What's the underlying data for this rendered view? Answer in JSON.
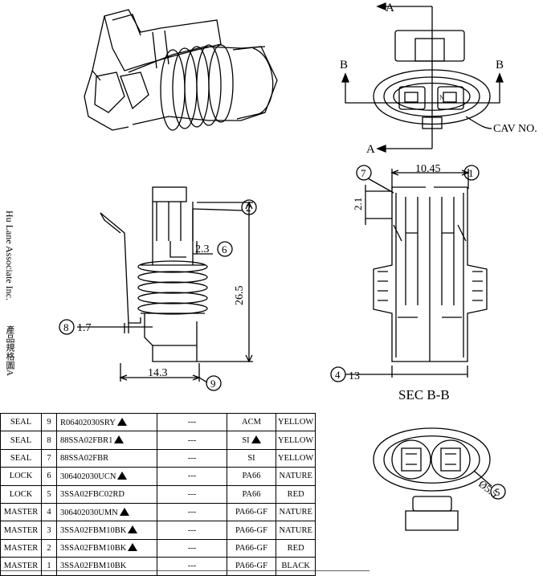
{
  "side_text": {
    "company": "Hu Lane Associate Inc.",
    "drawing_note": "產品規格圖A"
  },
  "section_labels": {
    "a_top": "A",
    "a_bottom": "A",
    "b_left": "B",
    "b_right": "B",
    "cav_no": "CAV NO.",
    "cav_n": "N",
    "sec": "SEC B-B"
  },
  "dimensions": {
    "d_2_3": "2.3",
    "d_26_5": "26.5",
    "d_1_7": "1.7",
    "d_14_3": "14.3",
    "d_10_45": "10.45",
    "d_2_1": "2.1",
    "d_13": "13",
    "d_5_5": "Ø5.5"
  },
  "balloons": {
    "b1": "1",
    "b2": "2",
    "b4": "4",
    "b5": "5",
    "b6": "6",
    "b7": "7",
    "b8": "8",
    "b9": "9"
  },
  "bom_rows": [
    {
      "type": "SEAL",
      "no": "9",
      "part": "R06402030SRY",
      "warn": true,
      "qty": "---",
      "material": "ACM",
      "mat_warn": false,
      "color": "YELLOW"
    },
    {
      "type": "SEAL",
      "no": "8",
      "part": "88SSA02FBR1",
      "warn": true,
      "qty": "---",
      "material": "SI",
      "mat_warn": true,
      "color": "YELLOW"
    },
    {
      "type": "SEAL",
      "no": "7",
      "part": "88SSA02FBR",
      "warn": false,
      "qty": "---",
      "material": "SI",
      "mat_warn": false,
      "color": "YELLOW"
    },
    {
      "type": "LOCK",
      "no": "6",
      "part": "306402030UCN",
      "warn": true,
      "qty": "---",
      "material": "PA66",
      "mat_warn": false,
      "color": "NATURE"
    },
    {
      "type": "LOCK",
      "no": "5",
      "part": "3SSA02FBC02RD",
      "warn": false,
      "qty": "---",
      "material": "PA66",
      "mat_warn": false,
      "color": "RED"
    },
    {
      "type": "MASTER",
      "no": "4",
      "part": "306402030UMN",
      "warn": true,
      "qty": "---",
      "material": "PA66-GF",
      "mat_warn": false,
      "color": "NATURE"
    },
    {
      "type": "MASTER",
      "no": "3",
      "part": "3SSA02FBM10BK",
      "warn": true,
      "qty": "---",
      "material": "PA66-GF",
      "mat_warn": false,
      "color": "NATURE"
    },
    {
      "type": "MASTER",
      "no": "2",
      "part": "3SSA02FBM10BK",
      "warn": true,
      "qty": "---",
      "material": "PA66-GF",
      "mat_warn": false,
      "color": "RED"
    },
    {
      "type": "MASTER",
      "no": "1",
      "part": "3SSA02FBM10BK",
      "warn": false,
      "qty": "---",
      "material": "PA66-GF",
      "mat_warn": false,
      "color": "BLACK"
    }
  ]
}
